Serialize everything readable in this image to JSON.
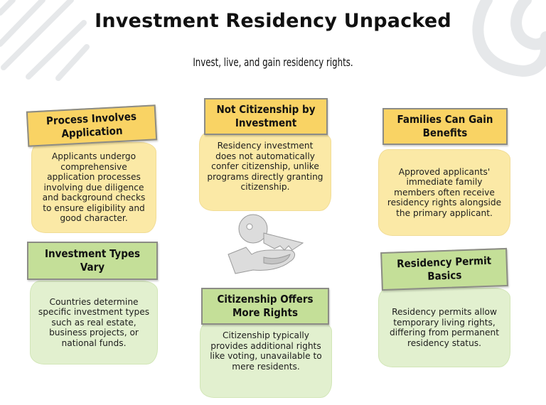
{
  "header": {
    "title": "Investment Residency Unpacked",
    "subtitle": "Invest, live, and gain residency rights."
  },
  "colors": {
    "yellow_header": "#f9d364",
    "yellow_body": "#fbe9a6",
    "green_header": "#c4df98",
    "green_body": "#e2f0cf",
    "decoration": "#e6e8ea"
  },
  "illustration": {
    "icon": "hand-holding-key-icon"
  },
  "cards": [
    {
      "heading": "Process Involves Application",
      "text": "Applicants undergo comprehensive application processes involving due diligence and background checks to ensure eligibility and good character."
    },
    {
      "heading": "Not Citizenship by Investment",
      "text": "Residency investment does not automatically confer citizenship, unlike programs directly granting citizenship."
    },
    {
      "heading": "Families Can Gain Benefits",
      "text": "Approved applicants' immediate family members often receive residency rights alongside the primary applicant."
    },
    {
      "heading": "Investment Types Vary",
      "text": "Countries determine specific investment types such as real estate, business projects, or national funds."
    },
    {
      "heading": "Citizenship Offers More Rights",
      "text": "Citizenship typically provides additional rights like voting, unavailable to mere residents."
    },
    {
      "heading": "Residency Permit Basics",
      "text": "Residency permits allow temporary living rights, differing from permanent residency status."
    }
  ]
}
